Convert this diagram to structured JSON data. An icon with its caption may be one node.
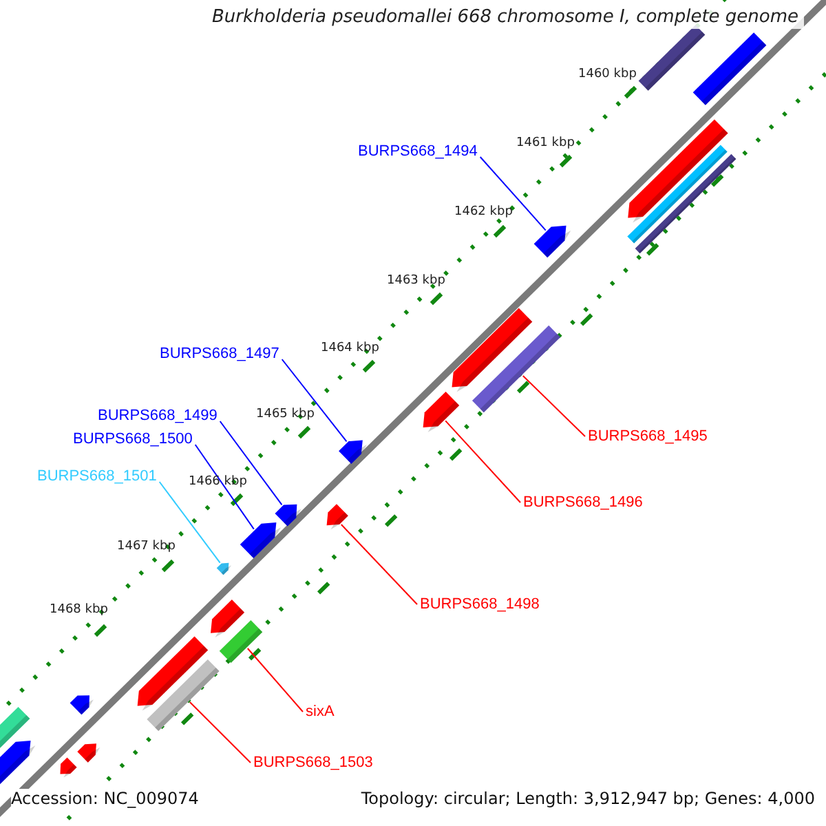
{
  "diagram": {
    "title": "Burkholderia pseudomallei 668 chromosome I, complete genome",
    "nodes": [
      {
        "text": [
          "BURPS668_1494"
        ]
      },
      {
        "text": [
          "BURPS668_1497"
        ]
      },
      {
        "text": [
          "BURPS668_1499"
        ]
      },
      {
        "text": [
          "BURPS668_1495"
        ]
      },
      {
        "text": [
          "BURPS668_1500"
        ]
      },
      {
        "text": [
          "BURPS668_1501"
        ]
      },
      {
        "text": [
          "BURPS668_1496"
        ]
      },
      {
        "text": [
          "BURPS668_1498"
        ]
      },
      {
        "text": [
          "sixA"
        ]
      },
      {
        "text": [
          "BURPS668_1503"
        ]
      },
      {
        "text": [],
        "shape": "arrow"
      },
      {
        "text": [],
        "shape": "arrow"
      },
      {
        "text": [],
        "shape": "arrow"
      },
      {
        "text": [],
        "shape": "box"
      },
      {
        "text": [],
        "shape": "arrow"
      },
      {
        "text": [],
        "shape": "arrow"
      },
      {
        "text": [],
        "shape": "arrow"
      },
      {
        "text": [],
        "shape": "arrow"
      },
      {
        "text": [],
        "shape": "box"
      },
      {
        "text": [],
        "shape": "box"
      },
      {
        "text": [],
        "shape": "box"
      },
      {
        "text": [],
        "shape": "box"
      },
      {
        "text": [],
        "shape": "arrow"
      },
      {
        "text": [],
        "shape": "box"
      },
      {
        "text": [],
        "shape": "box"
      },
      {
        "text": [],
        "shape": "arrow"
      },
      {
        "text": [],
        "shape": "arrow"
      },
      {
        "text": [],
        "shape": "arrow"
      },
      {
        "text": [],
        "shape": "arrow"
      },
      {
        "text": [],
        "shape": "box"
      },
      {
        "text": [],
        "shape": "arrow"
      },
      {
        "text": [],
        "shape": "arrow"
      },
      {
        "text": [],
        "shape": "arrow"
      }
    ],
    "edges": [
      {
        "from": 0,
        "to": 10,
        "arrow": "none",
        "color": "#0000ff"
      },
      {
        "from": 1,
        "to": 11,
        "arrow": "none",
        "color": "#0000ff"
      },
      {
        "from": 2,
        "to": 12,
        "arrow": "none",
        "color": "#0000ff"
      },
      {
        "from": 3,
        "to": 13,
        "arrow": "none"
      },
      {
        "from": 4,
        "to": 14,
        "arrow": "none",
        "color": "#0000ff"
      },
      {
        "from": 5,
        "to": 15,
        "arrow": "none",
        "color": "#33ccff"
      },
      {
        "from": 6,
        "to": 16,
        "arrow": "none"
      },
      {
        "from": 7,
        "to": 17,
        "arrow": "none"
      },
      {
        "from": 8,
        "to": 18,
        "arrow": "none"
      },
      {
        "from": 9,
        "to": 19,
        "arrow": "none"
      }
    ],
    "labels": [
      "1460 kbp",
      "1461 kbp",
      "1462 kbp",
      "1463 kbp",
      "1464 kbp",
      "1465 kbp",
      "1466 kbp",
      "1467 kbp",
      "1468 kbp",
      "Accession: NC_009074",
      "Topology: circular; Length: 3,912,947 bp; Genes: 4,000"
    ]
  }
}
